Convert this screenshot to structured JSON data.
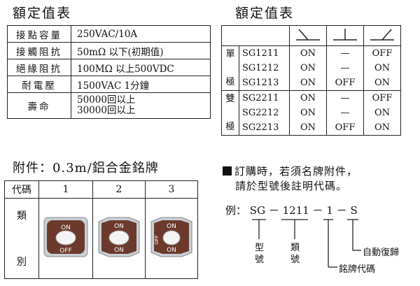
{
  "ratings_left": {
    "title": "額定值表",
    "rows": [
      {
        "label": "接點容量",
        "value": "250VAC/10A"
      },
      {
        "label": "接觸阻抗",
        "value": "50mΩ 以下(初期值)"
      },
      {
        "label": "絕緣阻抗",
        "value": "100MΩ 以上500VDC"
      },
      {
        "label": "耐電壓",
        "value": "1500VAC 1分鐘"
      },
      {
        "label": "壽命",
        "value": "50000回以上",
        "value2": "30000回以上"
      }
    ]
  },
  "ratings_right": {
    "title": "額定值表",
    "groups": [
      {
        "label": [
          "單",
          "極"
        ],
        "models": [
          "SG1211",
          "SG1212",
          "SG1213"
        ],
        "col1": [
          "ON",
          "ON",
          "ON"
        ],
        "col2": [
          "—",
          "—",
          "OFF"
        ],
        "col3": [
          "OFF",
          "ON",
          "ON"
        ]
      },
      {
        "label": [
          "雙",
          "極"
        ],
        "models": [
          "SG2211",
          "SG2212",
          "SG2213"
        ],
        "col1": [
          "ON",
          "ON",
          "ON"
        ],
        "col2": [
          "—",
          "—",
          "OFF"
        ],
        "col3": [
          "OFF",
          "ON",
          "ON"
        ]
      }
    ]
  },
  "accessory": {
    "title": "附件：0.3m/鋁合金銘牌",
    "code_header": "代碼",
    "type_header": [
      "類",
      "別"
    ],
    "codes": [
      "1",
      "2",
      "3"
    ],
    "plate_on": "ON",
    "plate_off": "OFF"
  },
  "order_note": {
    "line1": "訂購時，若須名牌附件，",
    "line2": "請於型號後註明代碼。"
  },
  "example": {
    "prefix": "例：",
    "parts": [
      "SG",
      "－",
      "1211",
      "－",
      "1",
      "－",
      "S"
    ],
    "labels": {
      "model": [
        "型",
        "號"
      ],
      "type": [
        "類",
        "號"
      ],
      "plate_code": "銘牌代碼",
      "auto_return": "自動復歸"
    }
  },
  "colors": {
    "plate_brown": "#6b3a2c",
    "plate_silver": "#c9d0d6",
    "line": "#222222"
  }
}
